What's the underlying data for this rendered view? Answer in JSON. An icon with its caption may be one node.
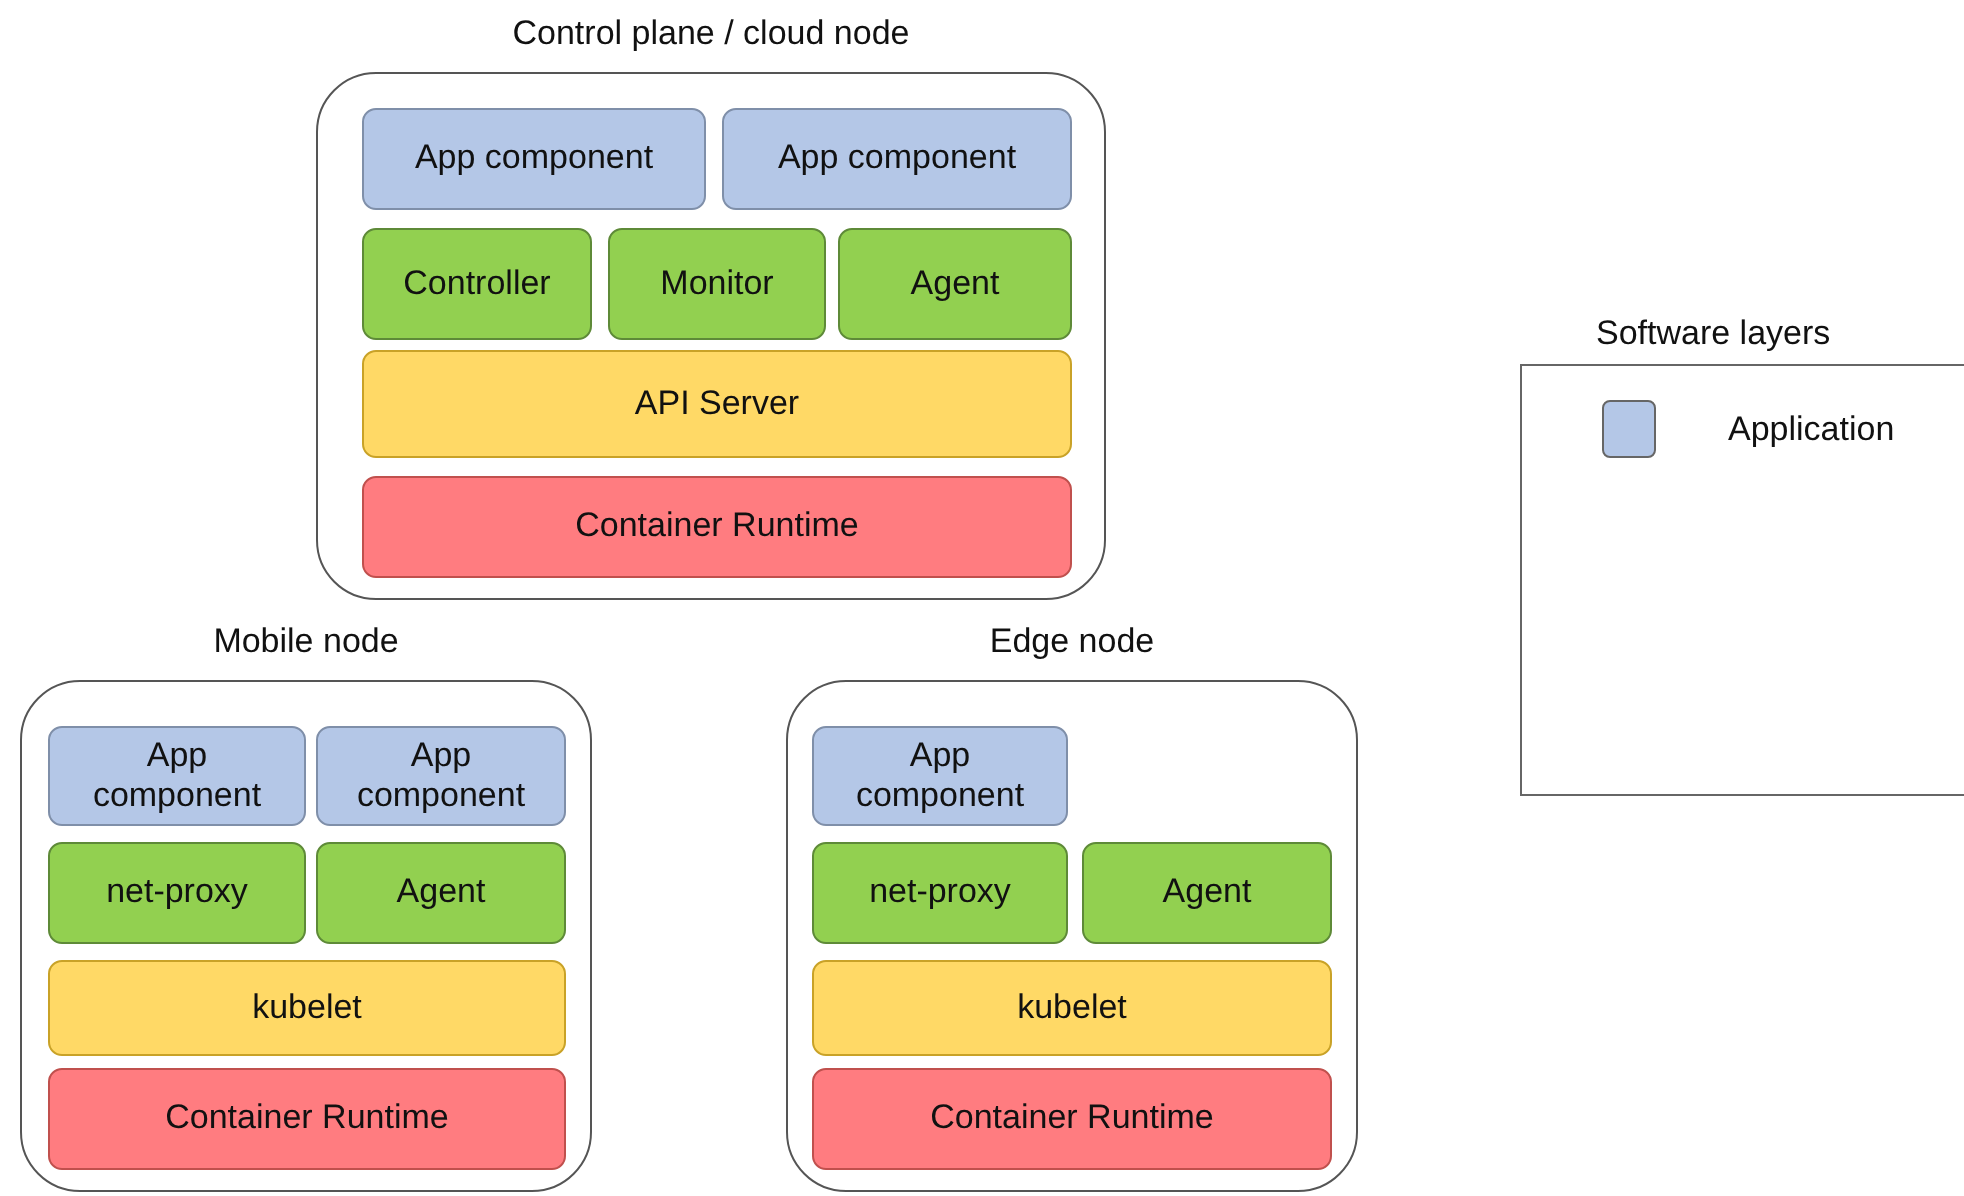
{
  "diagram": {
    "nodes": [
      {
        "text": [
          "Control plane / cloud node"
        ]
      },
      {
        "text": [
          "App component"
        ],
        "in": 0
      },
      {
        "text": [
          "App component"
        ],
        "in": 0
      },
      {
        "text": [
          "Controller"
        ],
        "in": 0
      },
      {
        "text": [
          "Monitor"
        ],
        "in": 0
      },
      {
        "text": [
          "Agent"
        ],
        "in": 0
      },
      {
        "text": [
          "API Server"
        ],
        "in": 0
      },
      {
        "text": [
          "Container Runtime"
        ],
        "in": 0
      },
      {
        "text": [
          "Mobile node"
        ]
      },
      {
        "text": [
          "App component"
        ],
        "in": 8
      },
      {
        "text": [
          "App component"
        ],
        "in": 8
      },
      {
        "text": [
          "net-proxy"
        ],
        "in": 8
      },
      {
        "text": [
          "Agent"
        ],
        "in": 8
      },
      {
        "text": [
          "kubelet"
        ],
        "in": 8
      },
      {
        "text": [
          "Container Runtime"
        ],
        "in": 8
      },
      {
        "text": [
          "Edge node"
        ]
      },
      {
        "text": [
          "App component"
        ],
        "in": 15
      },
      {
        "text": [
          "net-proxy"
        ],
        "in": 15
      },
      {
        "text": [
          "Agent"
        ],
        "in": 15
      },
      {
        "text": [
          "kubelet"
        ],
        "in": 15
      },
      {
        "text": [
          "Container Runtime"
        ],
        "in": 15
      }
    ],
    "labels": [
      "Software layers"
    ],
    "legend": [
      {
        "text": "Application",
        "color": "#b4c7e7"
      }
    ]
  }
}
